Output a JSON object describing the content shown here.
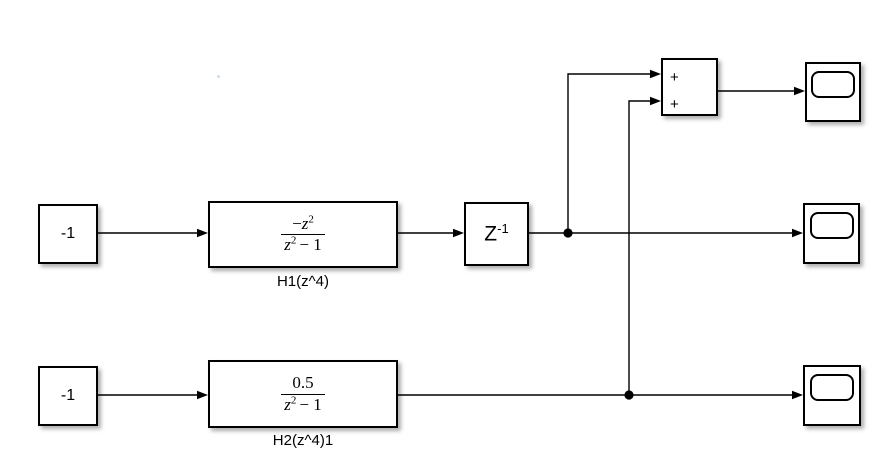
{
  "colors": {
    "line": "#000000",
    "canvas": "#ffffff",
    "block_border": "#000000"
  },
  "blocks": {
    "constant_top": {
      "value": "-1"
    },
    "constant_bottom": {
      "value": "-1"
    },
    "transfer_fcn_top": {
      "name": "H1(z^4)",
      "numerator": {
        "sign": "−",
        "variable": "z",
        "exponent": "2"
      },
      "denominator": {
        "variable": "z",
        "exponent": "2",
        "tail": "− 1"
      }
    },
    "transfer_fcn_bottom": {
      "name": "H2(z^4)1",
      "numerator": {
        "value": "0.5"
      },
      "denominator": {
        "variable": "z",
        "exponent": "2",
        "tail": "− 1"
      }
    },
    "unit_delay": {
      "base": "Z",
      "exponent": "-1"
    },
    "sum": {
      "sign_top": "+",
      "sign_bottom": "+"
    }
  }
}
